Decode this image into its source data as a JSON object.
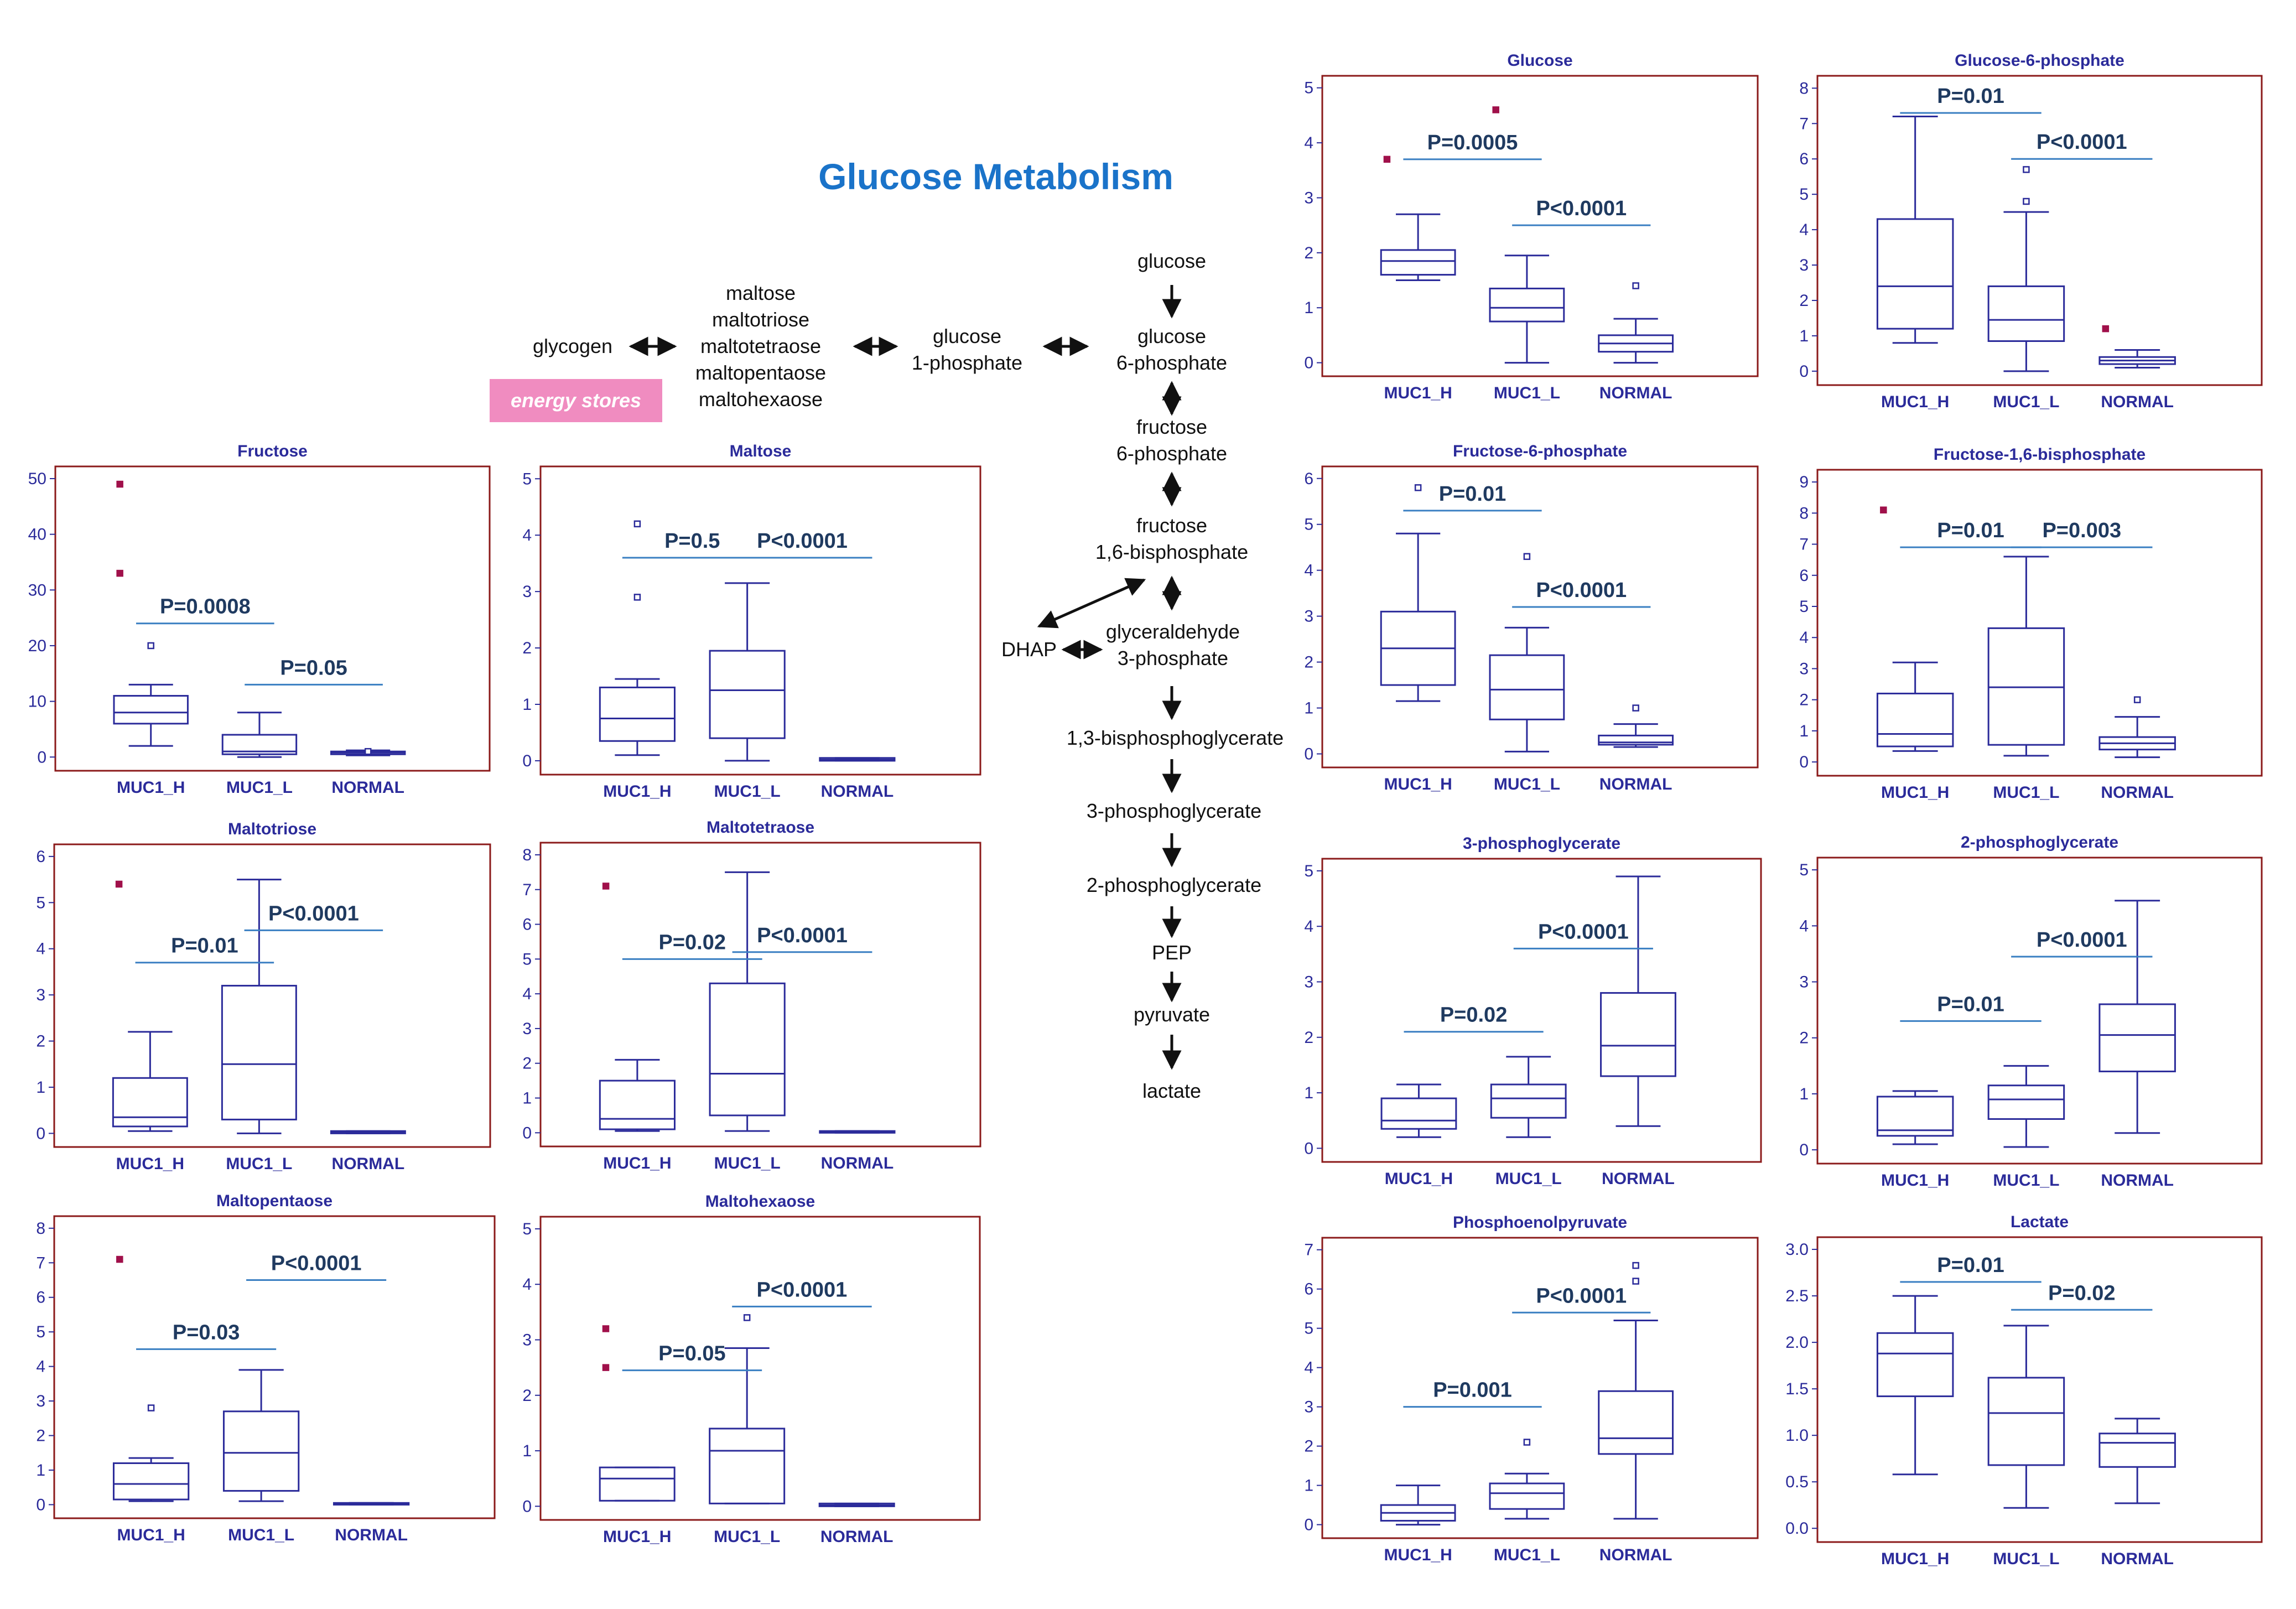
{
  "title": "Glucose Metabolism",
  "energy_label": "energy stores",
  "pathway": {
    "glycogen": "glycogen",
    "oligosaccharides": [
      "maltose",
      "maltotriose",
      "maltotetraose",
      "maltopentaose",
      "maltohexaose"
    ],
    "glucose_1p": [
      "glucose",
      "1-phosphate"
    ],
    "glucose": "glucose",
    "glucose_6p": [
      "glucose",
      "6-phosphate"
    ],
    "fructose_6p": [
      "fructose",
      "6-phosphate"
    ],
    "fructose_16bp": [
      "fructose",
      "1,6-bisphosphate"
    ],
    "dhap": "DHAP",
    "g3p": [
      "glyceraldehyde",
      "3-phosphate"
    ],
    "bpg13": "1,3-bisphosphoglycerate",
    "pg3": "3-phosphoglycerate",
    "pg2": "2-phosphoglycerate",
    "pep": "PEP",
    "pyruvate": "pyruvate",
    "lactate": "lactate"
  },
  "colors": {
    "frame": "#8b1a1a",
    "box": "#2b2b9a",
    "title": "#1a73c9",
    "pvalue": "#1f3a60",
    "pline": "#3a7fc2",
    "outlier_filled": "#a0104a",
    "energy_bg": "#f08cc0",
    "text": "#111111"
  },
  "chart_data": [
    {
      "type": "box",
      "title": "Fructose",
      "categories": [
        "MUC1_H",
        "MUC1_L",
        "NORMAL"
      ],
      "ylim": [
        0,
        50
      ],
      "yticks": [
        0,
        10,
        20,
        30,
        40,
        50
      ],
      "boxes": [
        {
          "min": 2,
          "q1": 6,
          "median": 8,
          "q3": 11,
          "max": 13
        },
        {
          "min": 0,
          "q1": 0.5,
          "median": 1,
          "q3": 4,
          "max": 8
        },
        {
          "min": 0.3,
          "q1": 0.5,
          "median": 0.8,
          "q3": 1,
          "max": 1.2
        }
      ],
      "outliers": [
        {
          "group": 1,
          "value": 20,
          "filled": false
        },
        {
          "group": 1,
          "value": 33,
          "filled": true
        },
        {
          "group": 1,
          "value": 49,
          "filled": true
        },
        {
          "group": 3,
          "value": 1,
          "filled": false
        }
      ],
      "pvalues": [
        {
          "text": "P=0.0008",
          "from": 1,
          "to": 2,
          "y": 24
        },
        {
          "text": "P=0.05",
          "from": 2,
          "to": 3,
          "y": 13
        }
      ]
    },
    {
      "type": "box",
      "title": "Maltose",
      "categories": [
        "MUC1_H",
        "MUC1_L",
        "NORMAL"
      ],
      "ylim": [
        0,
        5
      ],
      "yticks": [
        0,
        1,
        2,
        3,
        4,
        5
      ],
      "boxes": [
        {
          "min": 0.1,
          "q1": 0.35,
          "median": 0.75,
          "q3": 1.3,
          "max": 1.45
        },
        {
          "min": 0,
          "q1": 0.4,
          "median": 1.25,
          "q3": 1.95,
          "max": 3.15
        },
        {
          "min": 0,
          "q1": 0,
          "median": 0.02,
          "q3": 0.05,
          "max": 0.05
        }
      ],
      "outliers": [
        {
          "group": 1,
          "value": 2.9,
          "filled": false
        },
        {
          "group": 1,
          "value": 4.2,
          "filled": false
        }
      ],
      "pvalues": [
        {
          "text": "P=0.5",
          "from": 1,
          "to": 2,
          "y": 3.6
        },
        {
          "text": "P<0.0001",
          "from": 2,
          "to": 3,
          "y": 3.6
        }
      ]
    },
    {
      "type": "box",
      "title": "Maltotriose",
      "categories": [
        "MUC1_H",
        "MUC1_L",
        "NORMAL"
      ],
      "ylim": [
        0,
        6
      ],
      "yticks": [
        0,
        1,
        2,
        3,
        4,
        5,
        6
      ],
      "boxes": [
        {
          "min": 0.05,
          "q1": 0.15,
          "median": 0.35,
          "q3": 1.2,
          "max": 2.2
        },
        {
          "min": 0,
          "q1": 0.3,
          "median": 1.5,
          "q3": 3.2,
          "max": 5.5
        },
        {
          "min": 0,
          "q1": 0,
          "median": 0.02,
          "q3": 0.05,
          "max": 0.05
        }
      ],
      "outliers": [
        {
          "group": 1,
          "value": 5.4,
          "filled": true
        }
      ],
      "pvalues": [
        {
          "text": "P=0.01",
          "from": 1,
          "to": 2,
          "y": 3.7
        },
        {
          "text": "P<0.0001",
          "from": 2,
          "to": 3,
          "y": 4.4
        }
      ]
    },
    {
      "type": "box",
      "title": "Maltotetraose",
      "categories": [
        "MUC1_H",
        "MUC1_L",
        "NORMAL"
      ],
      "ylim": [
        0,
        8
      ],
      "yticks": [
        0,
        1,
        2,
        3,
        4,
        5,
        6,
        7,
        8
      ],
      "boxes": [
        {
          "min": 0.05,
          "q1": 0.1,
          "median": 0.4,
          "q3": 1.5,
          "max": 2.1
        },
        {
          "min": 0.05,
          "q1": 0.5,
          "median": 1.7,
          "q3": 4.3,
          "max": 7.5
        },
        {
          "min": 0,
          "q1": 0,
          "median": 0.02,
          "q3": 0.05,
          "max": 0.05
        }
      ],
      "outliers": [
        {
          "group": 1,
          "value": 7.1,
          "filled": true
        }
      ],
      "pvalues": [
        {
          "text": "P=0.02",
          "from": 1,
          "to": 2,
          "y": 5
        },
        {
          "text": "P<0.0001",
          "from": 2,
          "to": 3,
          "y": 5.2
        }
      ]
    },
    {
      "type": "box",
      "title": "Maltopentaose",
      "categories": [
        "MUC1_H",
        "MUC1_L",
        "NORMAL"
      ],
      "ylim": [
        0,
        8
      ],
      "yticks": [
        0,
        1,
        2,
        3,
        4,
        5,
        6,
        7,
        8
      ],
      "boxes": [
        {
          "min": 0.1,
          "q1": 0.15,
          "median": 0.6,
          "q3": 1.2,
          "max": 1.35
        },
        {
          "min": 0.1,
          "q1": 0.4,
          "median": 1.5,
          "q3": 2.7,
          "max": 3.9
        },
        {
          "min": 0,
          "q1": 0,
          "median": 0.02,
          "q3": 0.05,
          "max": 0.05
        }
      ],
      "outliers": [
        {
          "group": 1,
          "value": 2.8,
          "filled": false
        },
        {
          "group": 1,
          "value": 7.1,
          "filled": true
        }
      ],
      "pvalues": [
        {
          "text": "P=0.03",
          "from": 1,
          "to": 2,
          "y": 4.5
        },
        {
          "text": "P<0.0001",
          "from": 2,
          "to": 3,
          "y": 6.5
        }
      ]
    },
    {
      "type": "box",
      "title": "Maltohexaose",
      "categories": [
        "MUC1_H",
        "MUC1_L",
        "NORMAL"
      ],
      "ylim": [
        0,
        5
      ],
      "yticks": [
        0,
        1,
        2,
        3,
        4,
        5
      ],
      "boxes": [
        {
          "min": 0.1,
          "q1": 0.1,
          "median": 0.5,
          "q3": 0.7,
          "max": 0.7
        },
        {
          "min": 0.05,
          "q1": 0.05,
          "median": 1,
          "q3": 1.4,
          "max": 2.85
        },
        {
          "min": 0,
          "q1": 0,
          "median": 0.02,
          "q3": 0.05,
          "max": 0.05
        }
      ],
      "outliers": [
        {
          "group": 1,
          "value": 2.5,
          "filled": true
        },
        {
          "group": 1,
          "value": 3.2,
          "filled": true
        },
        {
          "group": 2,
          "value": 3.4,
          "filled": false
        }
      ],
      "pvalues": [
        {
          "text": "P=0.05",
          "from": 1,
          "to": 2,
          "y": 2.45
        },
        {
          "text": "P<0.0001",
          "from": 2,
          "to": 3,
          "y": 3.6
        }
      ]
    },
    {
      "type": "box",
      "title": "Glucose",
      "categories": [
        "MUC1_H",
        "MUC1_L",
        "NORMAL"
      ],
      "ylim": [
        0,
        5
      ],
      "yticks": [
        0,
        1,
        2,
        3,
        4,
        5
      ],
      "boxes": [
        {
          "min": 1.5,
          "q1": 1.6,
          "median": 1.85,
          "q3": 2.05,
          "max": 2.7
        },
        {
          "min": 0,
          "q1": 0.75,
          "median": 1,
          "q3": 1.35,
          "max": 1.95
        },
        {
          "min": 0,
          "q1": 0.2,
          "median": 0.35,
          "q3": 0.5,
          "max": 0.8
        }
      ],
      "outliers": [
        {
          "group": 1,
          "value": 3.7,
          "filled": true
        },
        {
          "group": 2,
          "value": 4.6,
          "filled": true
        },
        {
          "group": 3,
          "value": 1.4,
          "filled": false
        }
      ],
      "pvalues": [
        {
          "text": "P=0.0005",
          "from": 1,
          "to": 2,
          "y": 3.7
        },
        {
          "text": "P<0.0001",
          "from": 2,
          "to": 3,
          "y": 2.5
        }
      ]
    },
    {
      "type": "box",
      "title": "Glucose-6-phosphate",
      "categories": [
        "MUC1_H",
        "MUC1_L",
        "NORMAL"
      ],
      "ylim": [
        0,
        8
      ],
      "yticks": [
        0,
        1,
        2,
        3,
        4,
        5,
        6,
        7,
        8
      ],
      "boxes": [
        {
          "min": 0.8,
          "q1": 1.2,
          "median": 2.4,
          "q3": 4.3,
          "max": 7.2
        },
        {
          "min": 0,
          "q1": 0.85,
          "median": 1.45,
          "q3": 2.4,
          "max": 4.5
        },
        {
          "min": 0.1,
          "q1": 0.2,
          "median": 0.3,
          "q3": 0.4,
          "max": 0.6
        }
      ],
      "outliers": [
        {
          "group": 2,
          "value": 4.8,
          "filled": false
        },
        {
          "group": 2,
          "value": 5.7,
          "filled": false
        },
        {
          "group": 3,
          "value": 1.2,
          "filled": true
        }
      ],
      "pvalues": [
        {
          "text": "P=0.01",
          "from": 1,
          "to": 2,
          "y": 7.3
        },
        {
          "text": "P<0.0001",
          "from": 2,
          "to": 3,
          "y": 6
        }
      ]
    },
    {
      "type": "box",
      "title": "Fructose-6-phosphate",
      "categories": [
        "MUC1_H",
        "MUC1_L",
        "NORMAL"
      ],
      "ylim": [
        0,
        6
      ],
      "yticks": [
        0,
        1,
        2,
        3,
        4,
        5,
        6
      ],
      "boxes": [
        {
          "min": 1.15,
          "q1": 1.5,
          "median": 2.3,
          "q3": 3.1,
          "max": 4.8
        },
        {
          "min": 0.05,
          "q1": 0.75,
          "median": 1.4,
          "q3": 2.15,
          "max": 2.75
        },
        {
          "min": 0.15,
          "q1": 0.2,
          "median": 0.25,
          "q3": 0.4,
          "max": 0.65
        }
      ],
      "outliers": [
        {
          "group": 1,
          "value": 5.8,
          "filled": false
        },
        {
          "group": 2,
          "value": 4.3,
          "filled": false
        },
        {
          "group": 3,
          "value": 1,
          "filled": false
        }
      ],
      "pvalues": [
        {
          "text": "P=0.01",
          "from": 1,
          "to": 2,
          "y": 5.3
        },
        {
          "text": "P<0.0001",
          "from": 2,
          "to": 3,
          "y": 3.2
        }
      ]
    },
    {
      "type": "box",
      "title": "Fructose-1,6-bisphosphate",
      "categories": [
        "MUC1_H",
        "MUC1_L",
        "NORMAL"
      ],
      "ylim": [
        0,
        9
      ],
      "yticks": [
        0,
        1,
        2,
        3,
        4,
        5,
        6,
        7,
        8,
        9
      ],
      "boxes": [
        {
          "min": 0.35,
          "q1": 0.5,
          "median": 0.9,
          "q3": 2.2,
          "max": 3.2
        },
        {
          "min": 0.2,
          "q1": 0.55,
          "median": 2.4,
          "q3": 4.3,
          "max": 6.6
        },
        {
          "min": 0.15,
          "q1": 0.4,
          "median": 0.6,
          "q3": 0.8,
          "max": 1.45
        }
      ],
      "outliers": [
        {
          "group": 1,
          "value": 8.1,
          "filled": true
        },
        {
          "group": 3,
          "value": 2,
          "filled": false
        }
      ],
      "pvalues": [
        {
          "text": "P=0.01",
          "from": 1,
          "to": 2,
          "y": 6.9
        },
        {
          "text": "P=0.003",
          "from": 2,
          "to": 3,
          "y": 6.9
        }
      ]
    },
    {
      "type": "box",
      "title": "3-phosphoglycerate",
      "categories": [
        "MUC1_H",
        "MUC1_L",
        "NORMAL"
      ],
      "ylim": [
        0,
        5
      ],
      "yticks": [
        0,
        1,
        2,
        3,
        4,
        5
      ],
      "boxes": [
        {
          "min": 0.2,
          "q1": 0.35,
          "median": 0.5,
          "q3": 0.9,
          "max": 1.15
        },
        {
          "min": 0.2,
          "q1": 0.55,
          "median": 0.9,
          "q3": 1.15,
          "max": 1.65
        },
        {
          "min": 0.4,
          "q1": 1.3,
          "median": 1.85,
          "q3": 2.8,
          "max": 4.9
        }
      ],
      "outliers": [],
      "pvalues": [
        {
          "text": "P=0.02",
          "from": 1,
          "to": 2,
          "y": 2.1
        },
        {
          "text": "P<0.0001",
          "from": 2,
          "to": 3,
          "y": 3.6
        }
      ]
    },
    {
      "type": "box",
      "title": "2-phosphoglycerate",
      "categories": [
        "MUC1_H",
        "MUC1_L",
        "NORMAL"
      ],
      "ylim": [
        0,
        5
      ],
      "yticks": [
        0,
        1,
        2,
        3,
        4,
        5
      ],
      "boxes": [
        {
          "min": 0.1,
          "q1": 0.25,
          "median": 0.35,
          "q3": 0.95,
          "max": 1.05
        },
        {
          "min": 0.05,
          "q1": 0.55,
          "median": 0.9,
          "q3": 1.15,
          "max": 1.5
        },
        {
          "min": 0.3,
          "q1": 1.4,
          "median": 2.05,
          "q3": 2.6,
          "max": 4.45
        }
      ],
      "outliers": [],
      "pvalues": [
        {
          "text": "P=0.01",
          "from": 1,
          "to": 2,
          "y": 2.3
        },
        {
          "text": "P<0.0001",
          "from": 2,
          "to": 3,
          "y": 3.45
        }
      ]
    },
    {
      "type": "box",
      "title": "Phosphoenolpyruvate",
      "categories": [
        "MUC1_H",
        "MUC1_L",
        "NORMAL"
      ],
      "ylim": [
        0,
        7
      ],
      "yticks": [
        0,
        1,
        2,
        3,
        4,
        5,
        6,
        7
      ],
      "boxes": [
        {
          "min": 0,
          "q1": 0.1,
          "median": 0.3,
          "q3": 0.5,
          "max": 1
        },
        {
          "min": 0.15,
          "q1": 0.4,
          "median": 0.8,
          "q3": 1.05,
          "max": 1.3
        },
        {
          "min": 0.15,
          "q1": 1.8,
          "median": 2.2,
          "q3": 3.4,
          "max": 5.2
        }
      ],
      "outliers": [
        {
          "group": 2,
          "value": 2.1,
          "filled": false
        },
        {
          "group": 3,
          "value": 6.2,
          "filled": false
        },
        {
          "group": 3,
          "value": 6.6,
          "filled": false
        }
      ],
      "pvalues": [
        {
          "text": "P=0.001",
          "from": 1,
          "to": 2,
          "y": 3
        },
        {
          "text": "P<0.0001",
          "from": 2,
          "to": 3,
          "y": 5.4
        }
      ]
    },
    {
      "type": "box",
      "title": "Lactate",
      "categories": [
        "MUC1_H",
        "MUC1_L",
        "NORMAL"
      ],
      "ylim": [
        0,
        3
      ],
      "yticks": [
        "0.0",
        "0.5",
        "1.0",
        "1.5",
        "2.0",
        "2.5",
        "3.0"
      ],
      "boxes": [
        {
          "min": 0.58,
          "q1": 1.42,
          "median": 1.88,
          "q3": 2.1,
          "max": 2.5
        },
        {
          "min": 0.22,
          "q1": 0.68,
          "median": 1.24,
          "q3": 1.62,
          "max": 2.18
        },
        {
          "min": 0.27,
          "q1": 0.66,
          "median": 0.92,
          "q3": 1.02,
          "max": 1.18
        }
      ],
      "outliers": [],
      "pvalues": [
        {
          "text": "P=0.01",
          "from": 1,
          "to": 2,
          "y": 2.65
        },
        {
          "text": "P=0.02",
          "from": 2,
          "to": 3,
          "y": 2.35
        }
      ]
    }
  ]
}
